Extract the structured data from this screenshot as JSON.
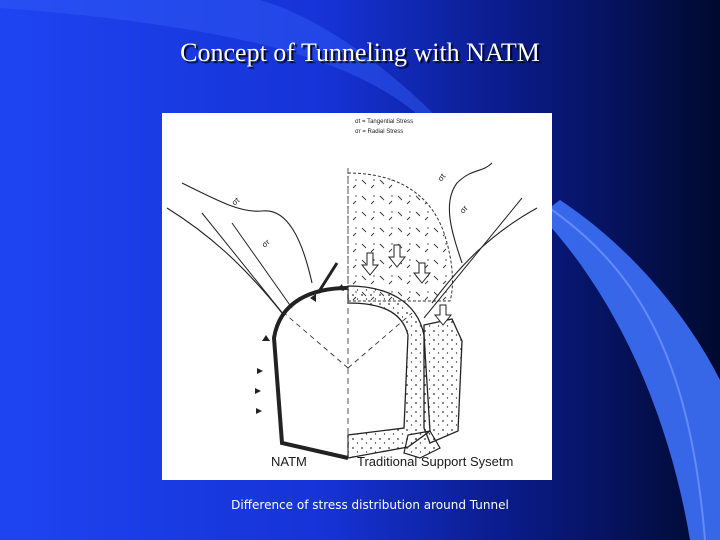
{
  "slide": {
    "title": "Concept of Tunneling with NATM",
    "caption": "Difference of stress distribution around Tunnel"
  },
  "figure": {
    "legend": [
      "σt = Tangential Stress",
      "σr = Radial Stress"
    ],
    "curve_labels": [
      "σt",
      "σr",
      "σt",
      "σr"
    ],
    "left_label": "NATM",
    "right_label": "Traditional Support Sysetm"
  },
  "colors": {
    "background_main": "#1a3ce8",
    "background_dark": "#000a2e",
    "accent_band": "#3a6cf0",
    "title_text": "#ffffff",
    "figure_background": "#ffffff",
    "line_art": "#1a1a1a"
  }
}
